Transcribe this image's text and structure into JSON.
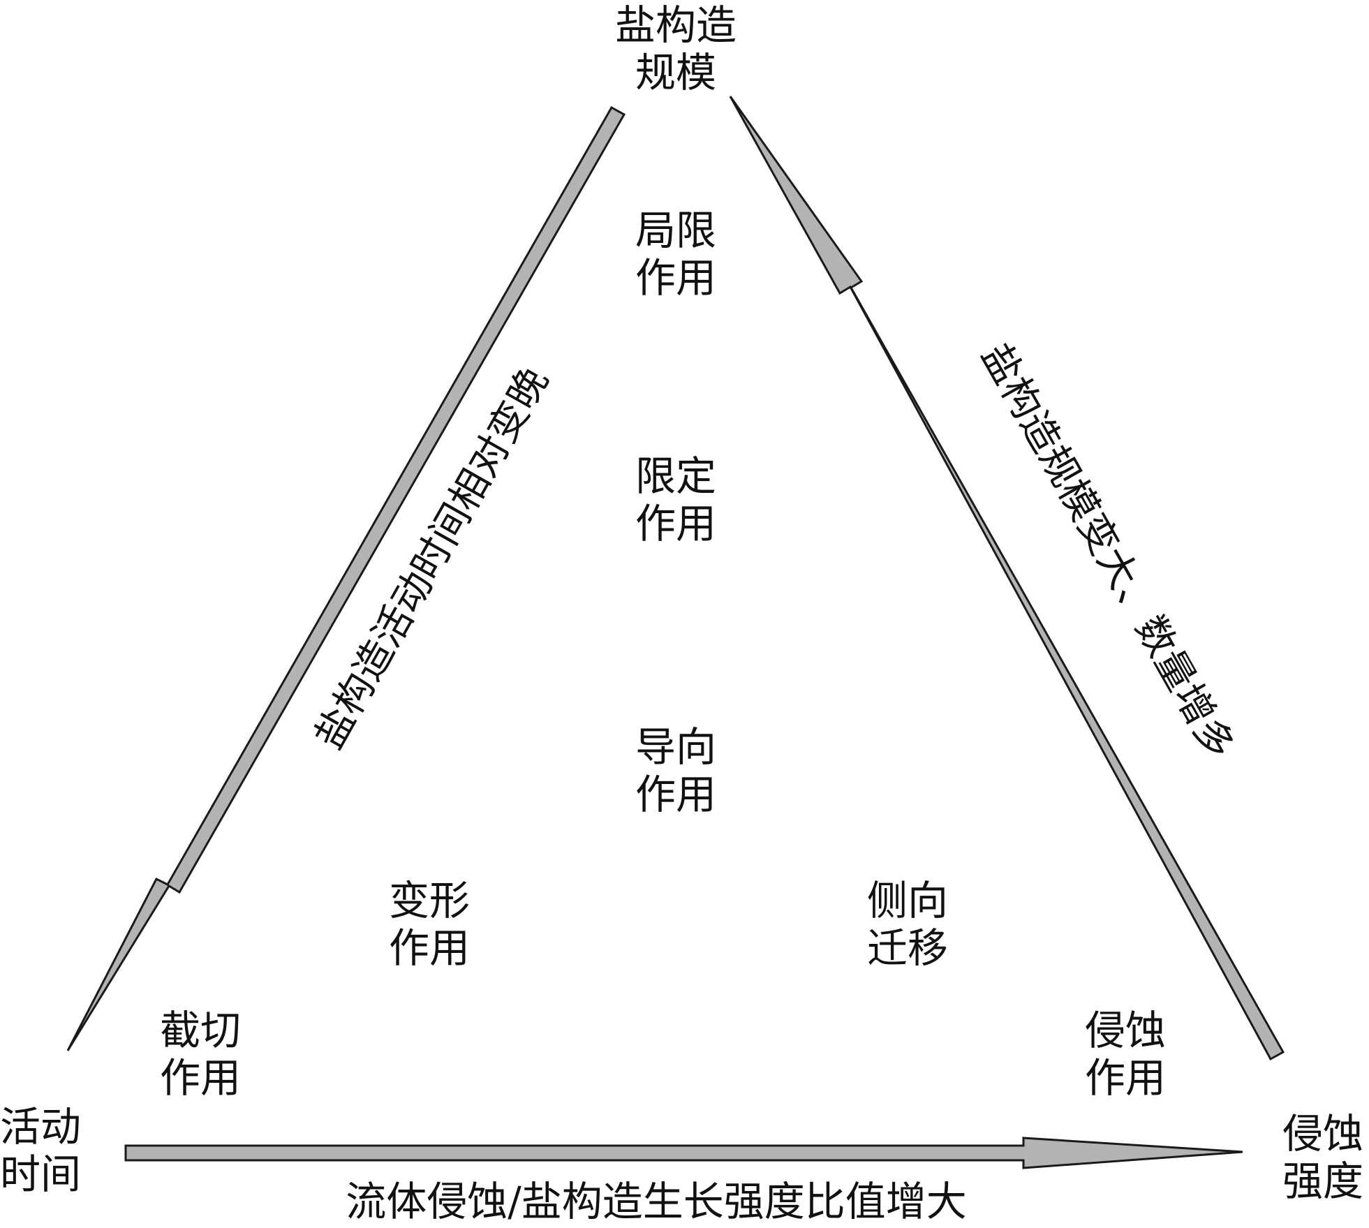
{
  "diagram": {
    "vertices": {
      "top": [
        "盐构造",
        "规模"
      ],
      "bottom_left": [
        "活动",
        "时间"
      ],
      "bottom_right": [
        "侵蚀",
        "强度"
      ]
    },
    "edges": {
      "left": "盐构造活动时间相对变晚",
      "right": "盐构造规模变大、数量增多",
      "bottom": "流体侵蚀/盐构造生长强度比值增大"
    },
    "roles": {
      "limit": [
        "局限",
        "作用"
      ],
      "confine": [
        "限定",
        "作用"
      ],
      "guide": [
        "导向",
        "作用"
      ],
      "deform": [
        "变形",
        "作用"
      ],
      "lateral": [
        "侧向",
        "迁移"
      ],
      "truncate": [
        "截切",
        "作用"
      ],
      "erode": [
        "侵蚀",
        "作用"
      ]
    },
    "colors": {
      "arrow_fill": "#b3b3b3",
      "arrow_stroke": "#1a1a1a",
      "text": "#111111"
    }
  }
}
